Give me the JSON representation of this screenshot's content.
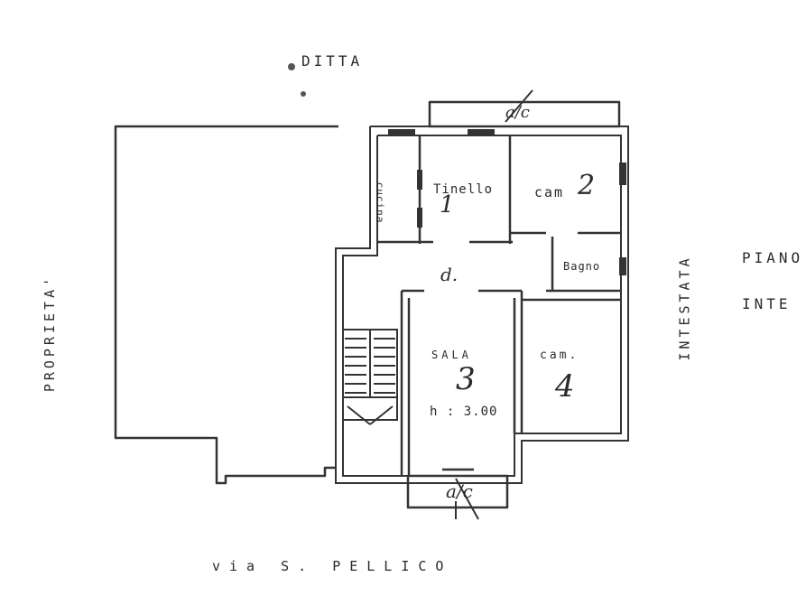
{
  "surroundings": {
    "north": "DITTA",
    "west": "PROPRIETA'",
    "east": "INTESTATA",
    "south": "via S. PELLICO",
    "far_right_line1": "PIANO",
    "far_right_line2": "INTE"
  },
  "balconies": {
    "north": "a/c",
    "south": "a/c"
  },
  "rooms": {
    "cucina": "cucina",
    "tinello": "Tinello",
    "tinello_num": "1",
    "cam2": "cam",
    "cam2_num": "2",
    "bagno": "Bagno",
    "disimpegno": "d.",
    "sala": "SALA",
    "sala_num": "3",
    "sala_height": "h : 3.00",
    "cam4": "cam.",
    "cam4_num": "4"
  }
}
